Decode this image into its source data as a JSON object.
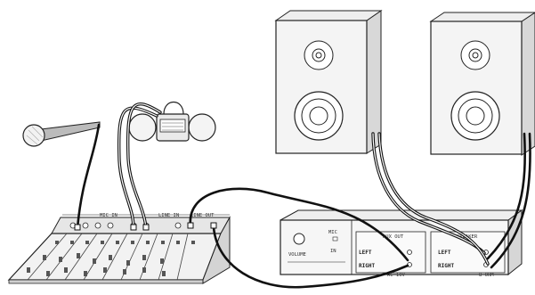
{
  "mixer": {
    "mic_in_label": "MIC IN",
    "line_in_label": "LINE IN",
    "line_out_label": "LINE OUT"
  },
  "amplifier": {
    "mic_label": "MIC",
    "mic_state": "IN",
    "volume_label": "VOLUME",
    "aux_out_label": "AUX OUT",
    "speaker_label": "SPEAKER",
    "aux_left": "LEFT",
    "aux_right": "RIGHT",
    "aux_bottom": "AC 10V",
    "spk_left": "LEFT",
    "spk_right": "RIGHT",
    "spk_bottom": "8 OHM"
  }
}
